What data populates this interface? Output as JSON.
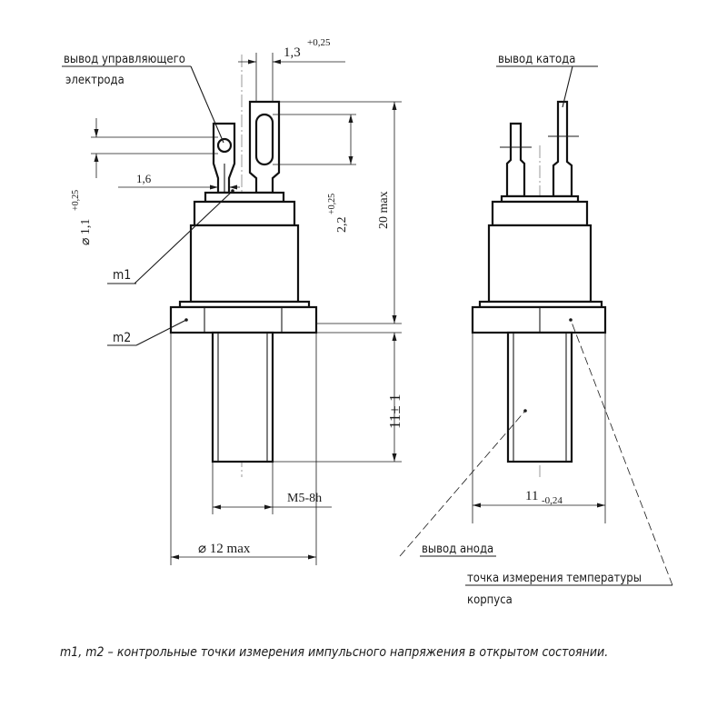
{
  "labels": {
    "gate_lead_line1": "вывод управляющего",
    "gate_lead_line2": "электрода",
    "cathode_lead": "вывод катода",
    "anode_lead": "вывод анода",
    "temp_point_line1": "точка измерения температуры",
    "temp_point_line2": "корпуса",
    "m1": "m1",
    "m2": "m2",
    "footnote": "m1, m2 – контрольные точки измерения импульсного напряжения в открытом состоянии."
  },
  "dimensions": {
    "pin_spacing": "1,3",
    "pin_spacing_tol": "+0,25",
    "hole_diameter": "⌀ 1,1",
    "hole_diameter_tol": "+0,25",
    "pin_width": "1,6",
    "slot_length": "2,2",
    "slot_length_tol": "+0,25",
    "top_height": "20 max",
    "stud_length": "11± 1",
    "thread": "M5-8h",
    "diameter": "⌀ 12 max",
    "hex_flats": "11",
    "hex_flats_tol": "-0,24"
  }
}
